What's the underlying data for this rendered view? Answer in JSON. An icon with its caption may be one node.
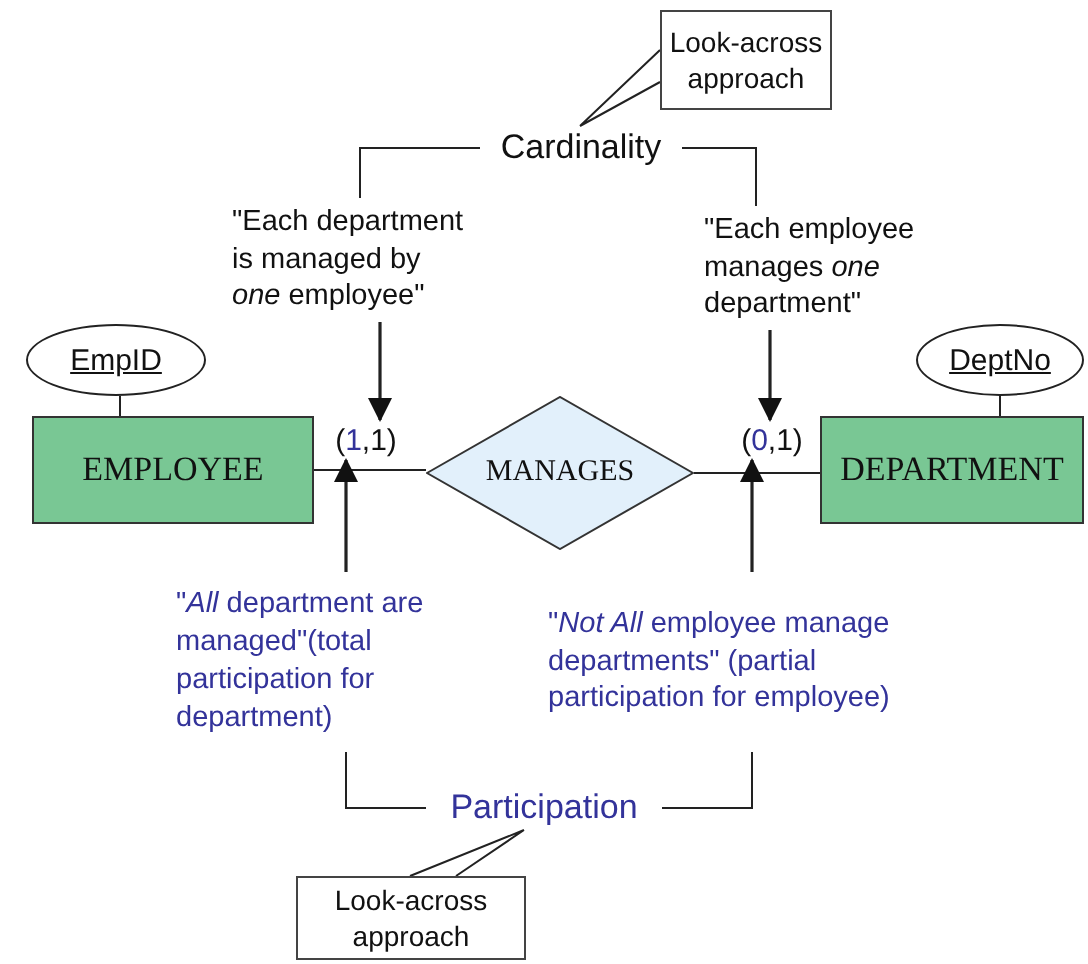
{
  "diagram": {
    "nodes": [
      {
        "text": [
          "EmpID"
        ]
      },
      {
        "text": [
          "EMPLOYEE"
        ]
      },
      {
        "text": [
          "MANAGES"
        ]
      },
      {
        "text": [
          "DEPARTMENT"
        ]
      },
      {
        "text": [
          "DeptNo"
        ]
      },
      {
        "text": [
          "Look-across approach"
        ]
      },
      {
        "text": [
          "Cardinality"
        ]
      },
      {
        "text": [
          "\"Each department is managed by *one* employee\""
        ]
      },
      {
        "text": [
          "\"Each employee manages *one* department\""
        ]
      },
      {
        "text": [
          "(1,1)"
        ]
      },
      {
        "text": [
          "(0,1)"
        ]
      },
      {
        "text": [
          "\"*All* department are managed\"(total participation for department)"
        ]
      },
      {
        "text": [
          "\"*Not All* employee manage departments\" (partial participation for employee)"
        ]
      },
      {
        "text": [
          "Participation"
        ]
      },
      {
        "text": [
          "Look-across approach"
        ]
      }
    ],
    "edges": [
      {
        "from": 0,
        "to": 1,
        "arrow": "none"
      },
      {
        "from": 4,
        "to": 3,
        "arrow": "none"
      },
      {
        "from": 1,
        "to": 2,
        "arrow": "none"
      },
      {
        "from": 2,
        "to": 3,
        "arrow": "none"
      },
      {
        "from": 5,
        "to": 6,
        "arrow": "none"
      },
      {
        "from": 6,
        "to": 7,
        "arrow": "none"
      },
      {
        "from": 6,
        "to": 8,
        "arrow": "none"
      },
      {
        "from": 7,
        "to": 9,
        "arrow": "to"
      },
      {
        "from": 8,
        "to": 10,
        "arrow": "to"
      },
      {
        "from": 11,
        "to": 9,
        "arrow": "to"
      },
      {
        "from": 12,
        "to": 10,
        "arrow": "to"
      },
      {
        "from": 13,
        "to": 11,
        "arrow": "none"
      },
      {
        "from": 13,
        "to": 12,
        "arrow": "none"
      },
      {
        "from": 14,
        "to": 13,
        "arrow": "none"
      }
    ]
  }
}
